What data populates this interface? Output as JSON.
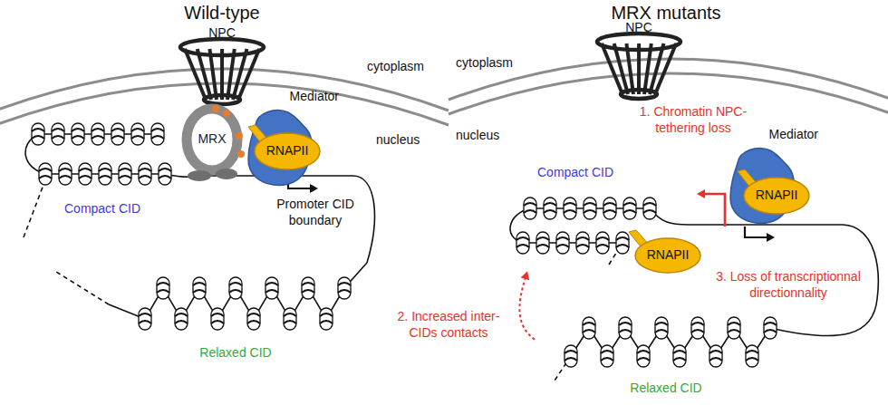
{
  "diagram": {
    "nodes": [
      {
        "text": [
          "Compact CID"
        ]
      },
      {
        "text": [
          "NPC"
        ]
      },
      {
        "text": [
          "MRX"
        ]
      },
      {
        "text": [
          "Mediator"
        ]
      },
      {
        "text": [
          "RNAPII"
        ],
        "in": 3
      },
      {
        "text": [
          "Relaxed CID"
        ]
      },
      {
        "text": [
          "NPC"
        ]
      },
      {
        "text": [
          "Mediator"
        ]
      },
      {
        "text": [
          "RNAPII"
        ],
        "in": 7
      },
      {
        "text": [
          "Compact CID"
        ]
      },
      {
        "text": [
          "RNAPII"
        ]
      },
      {
        "text": [
          "Relaxed CID"
        ]
      }
    ],
    "edges": [
      {
        "from": 11,
        "to": 9,
        "arrow": "to",
        "label": "2. Increased inter-CIDs contacts"
      }
    ],
    "labels": [
      "Wild-type",
      "cytoplasm",
      "nucleus",
      "Promoter CID boundary",
      "MRX mutants",
      "cytoplasm",
      "nucleus",
      "1. Chromatin NPC-tethering loss",
      "3. Loss of transcriptionnal directionnality"
    ]
  }
}
